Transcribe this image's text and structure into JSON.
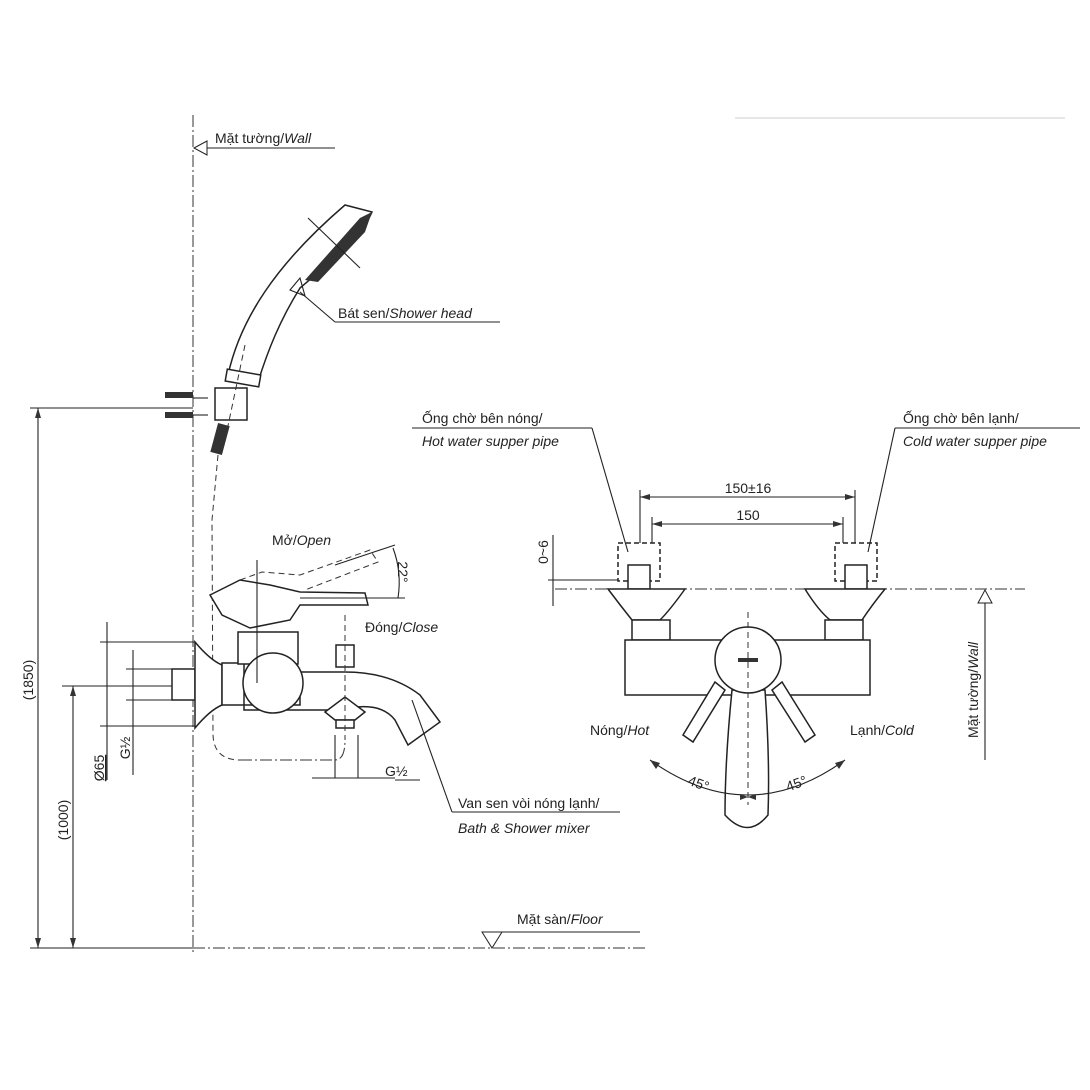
{
  "labels": {
    "wall_top": {
      "vi": "Mặt tường/",
      "en": "Wall"
    },
    "shower_head": {
      "vi": "Bát sen/",
      "en": "Shower head"
    },
    "open": {
      "vi": "Mở/",
      "en": "Open"
    },
    "close": {
      "vi": "Đóng/",
      "en": "Close"
    },
    "angle_lever": "22°",
    "mixer_vi": "Van sen vòi nóng lạnh/",
    "mixer_en": "Bath & Shower mixer",
    "floor": {
      "vi": "Mặt sàn/",
      "en": "Floor"
    },
    "hot_pipe_vi": "Ống chờ bên nóng/",
    "hot_pipe_en": "Hot water supper pipe",
    "cold_pipe_vi": "Ống chờ bên lạnh/",
    "cold_pipe_en": "Cold water supper pipe",
    "hot": {
      "vi": "Nóng/",
      "en": "Hot"
    },
    "cold": {
      "vi": "Lạnh/",
      "en": "Cold"
    },
    "wall_side": {
      "vi": "Mặt tường/",
      "en": "Wall"
    },
    "angle_left": "45°",
    "angle_right": "45°"
  },
  "dimensions": {
    "height_total": "(1850)",
    "height_mixer": "(1000)",
    "flange_dia": "Ø65",
    "inlet_thread": "G½",
    "outlet_thread": "G½",
    "pipe_spacing_range": "150±16",
    "pipe_spacing": "150",
    "offset": "0~6"
  }
}
